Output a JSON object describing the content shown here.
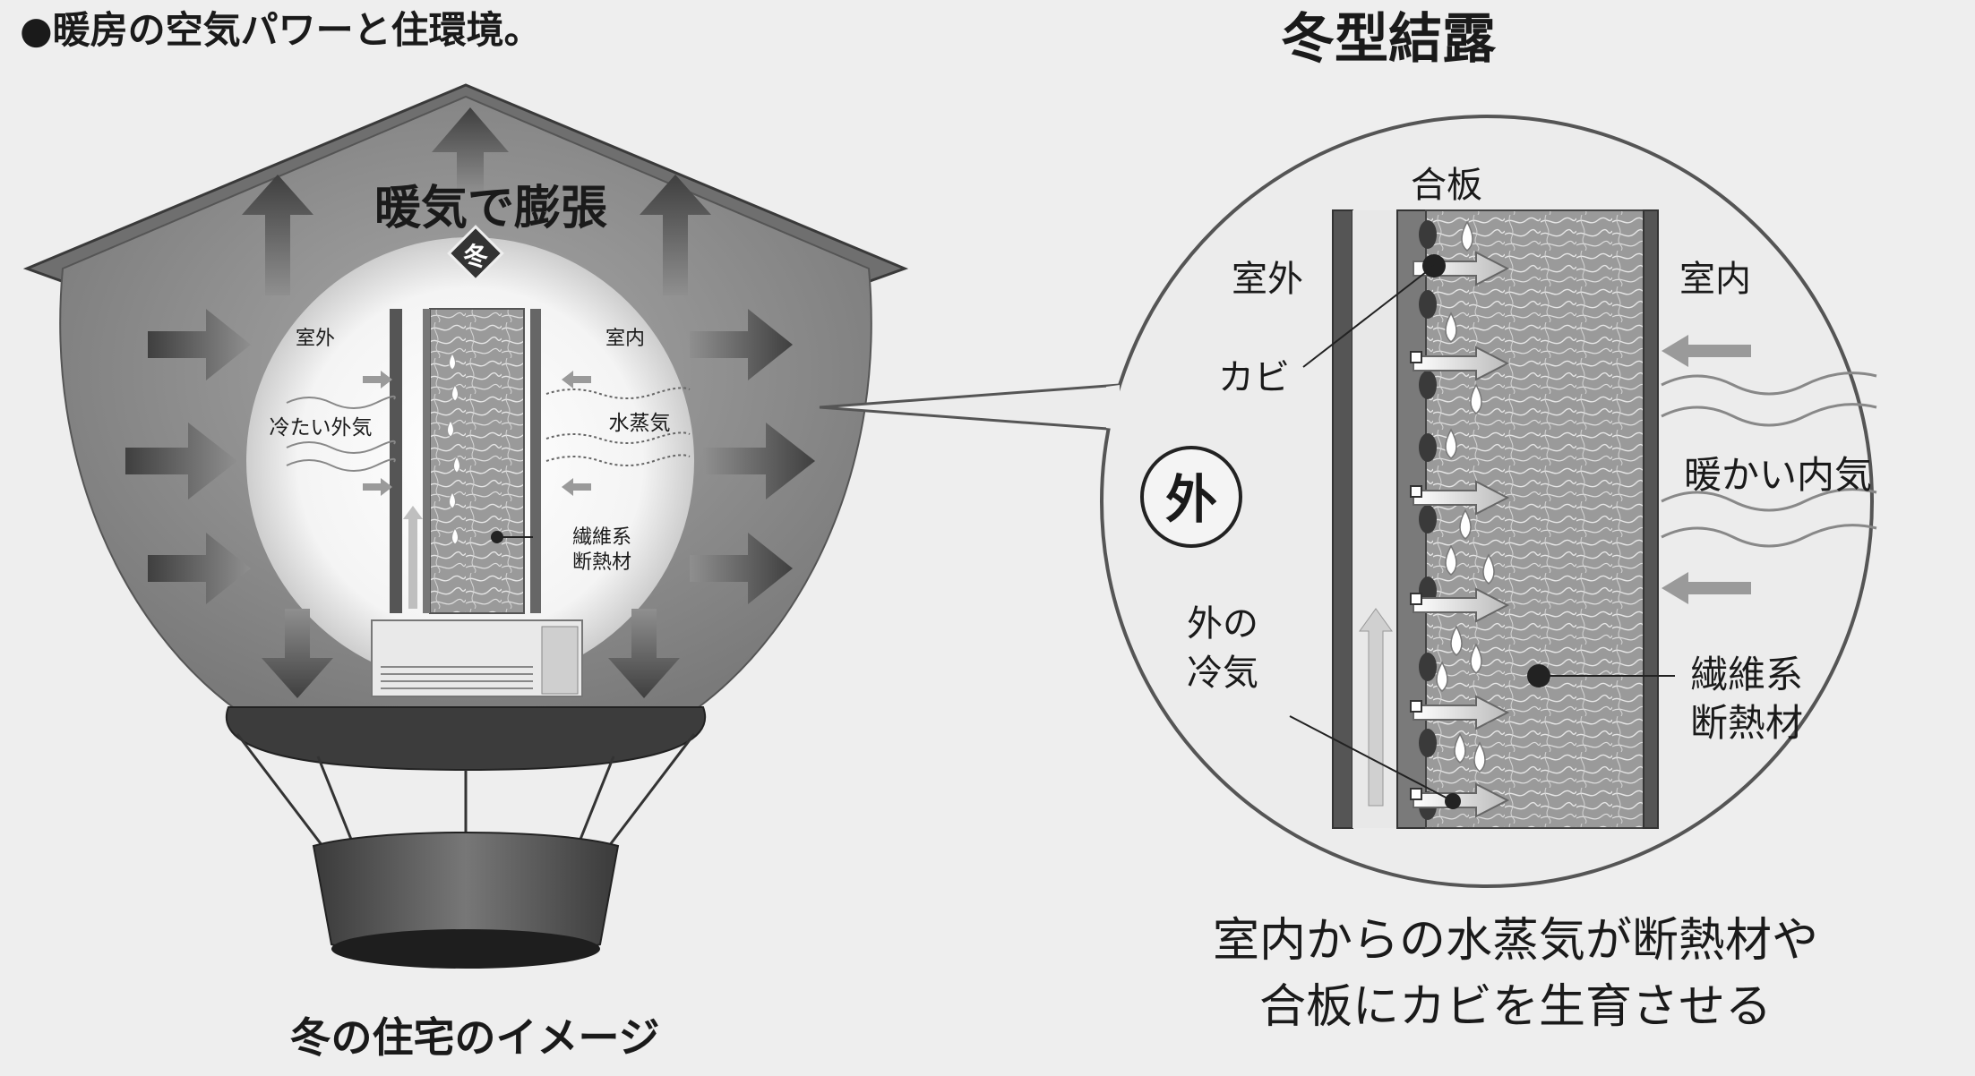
{
  "header": {
    "left_title": "●暖房の空気パワーと住環境。",
    "right_title": "冬型結露"
  },
  "balloon": {
    "expand_label": "暖気で膨張",
    "season_badge": "冬",
    "outdoor_label": "室外",
    "indoor_label": "室内",
    "cold_air_label": "冷たい外気",
    "vapor_label": "水蒸気",
    "insulation_label_1": "繊維系",
    "insulation_label_2": "断熱材",
    "caption": "冬の住宅のイメージ"
  },
  "detail": {
    "plywood_label": "合板",
    "outdoor_label": "室外",
    "indoor_label": "室内",
    "mold_label": "カビ",
    "outside_badge": "外",
    "warm_air_label": "暖かい内気",
    "cold_air_label_1": "外の",
    "cold_air_label_2": "冷気",
    "insulation_label_1": "繊維系",
    "insulation_label_2": "断熱材"
  },
  "footer": {
    "line1": "室内からの水蒸気が断熱材や",
    "line2": "合板にカビを生育させる"
  },
  "colors": {
    "background": "#eeeeee",
    "balloon_fill": "#8a8a8a",
    "arrow_dark": "#4a4a4a",
    "line_dark": "#2a2a2a"
  }
}
